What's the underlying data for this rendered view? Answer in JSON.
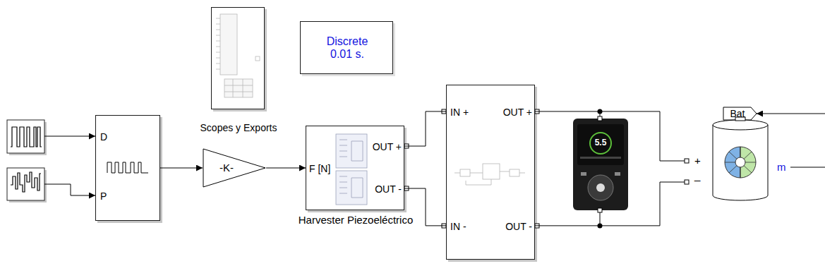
{
  "diagram": {
    "nodes": [
      {
        "text": [
          "Scopes y Exports"
        ]
      },
      {
        "text": [
          "Discrete 0.01 s."
        ]
      },
      {
        "text": [
          "D",
          "P"
        ]
      },
      {
        "text": [
          "-K-"
        ]
      },
      {
        "text": [
          "F [N]",
          "OUT +",
          "OUT -",
          "Harvester Piezoeléctrico"
        ]
      },
      {
        "text": [
          "IN +",
          "OUT +",
          "IN -",
          "OUT -"
        ]
      },
      {
        "text": [
          "Bat"
        ]
      },
      {
        "text": [
          "+",
          "_",
          "m"
        ]
      }
    ],
    "edges": [
      {
        "from": 2,
        "to": 3,
        "arrow": "to"
      },
      {
        "from": 3,
        "to": 4,
        "arrow": "to"
      },
      {
        "from": 4,
        "to": 5,
        "arrow": "none"
      },
      {
        "from": 4,
        "to": 5,
        "arrow": "none"
      },
      {
        "from": 5,
        "to": 7,
        "arrow": "none"
      },
      {
        "from": 5,
        "to": 7,
        "arrow": "none"
      }
    ],
    "labels": [
      "5.5"
    ]
  }
}
